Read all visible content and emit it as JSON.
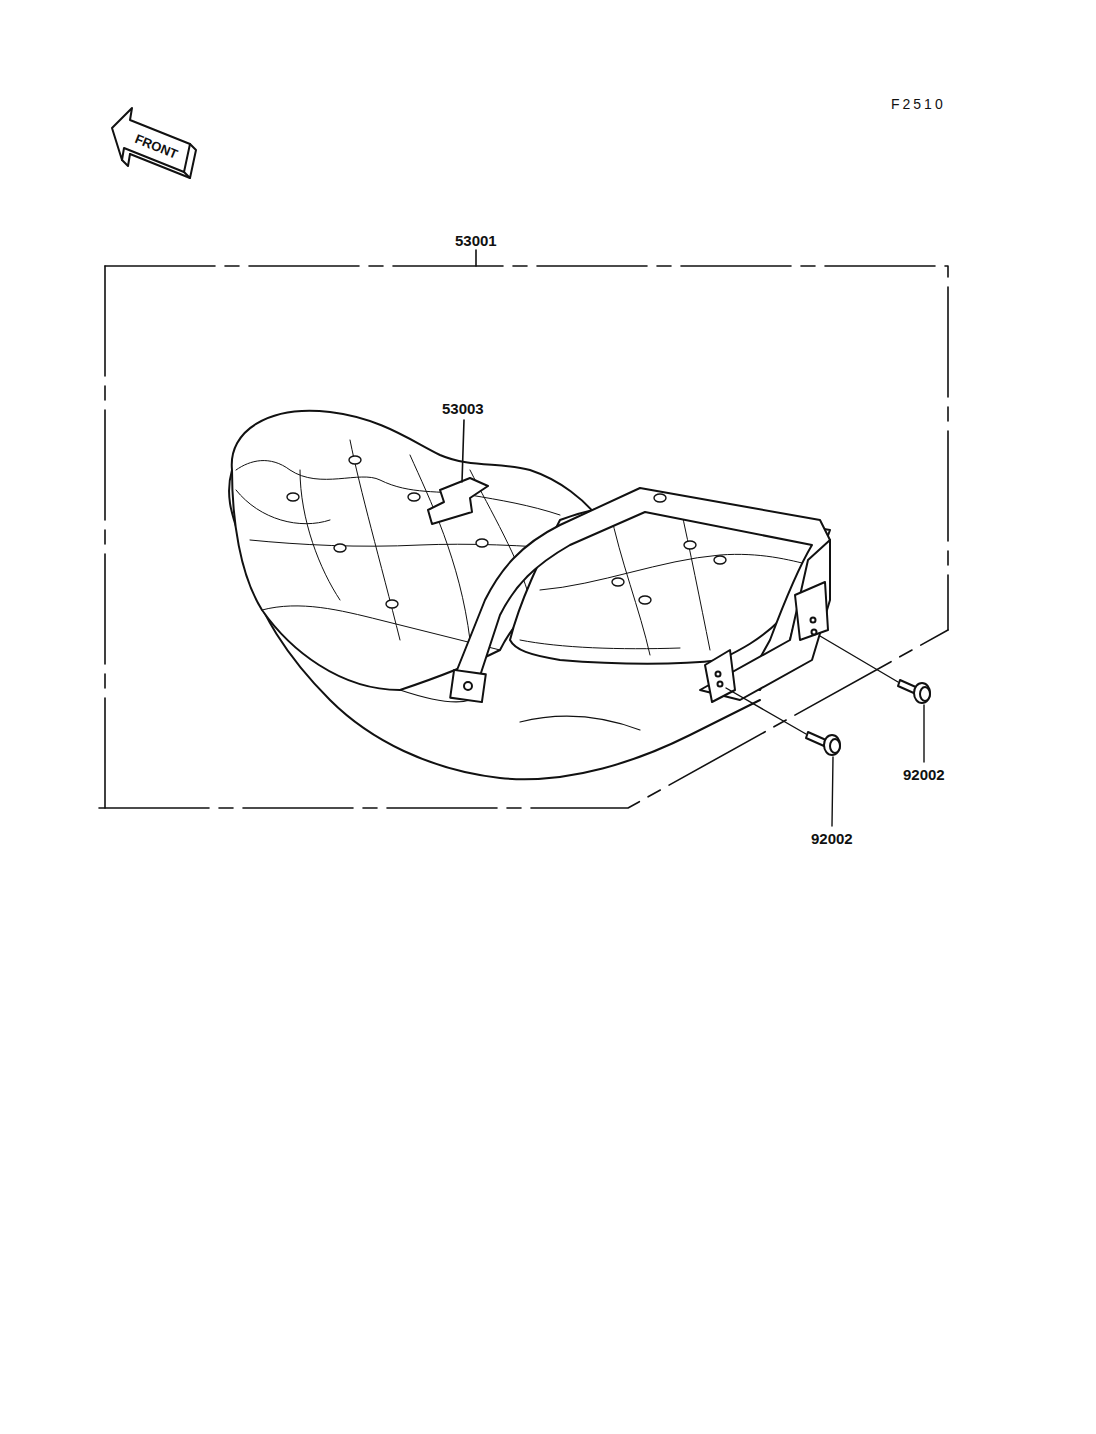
{
  "diagram": {
    "labels": [
      "F2510",
      "FRONT",
      "53001",
      "53003",
      "92002",
      "92002"
    ]
  }
}
